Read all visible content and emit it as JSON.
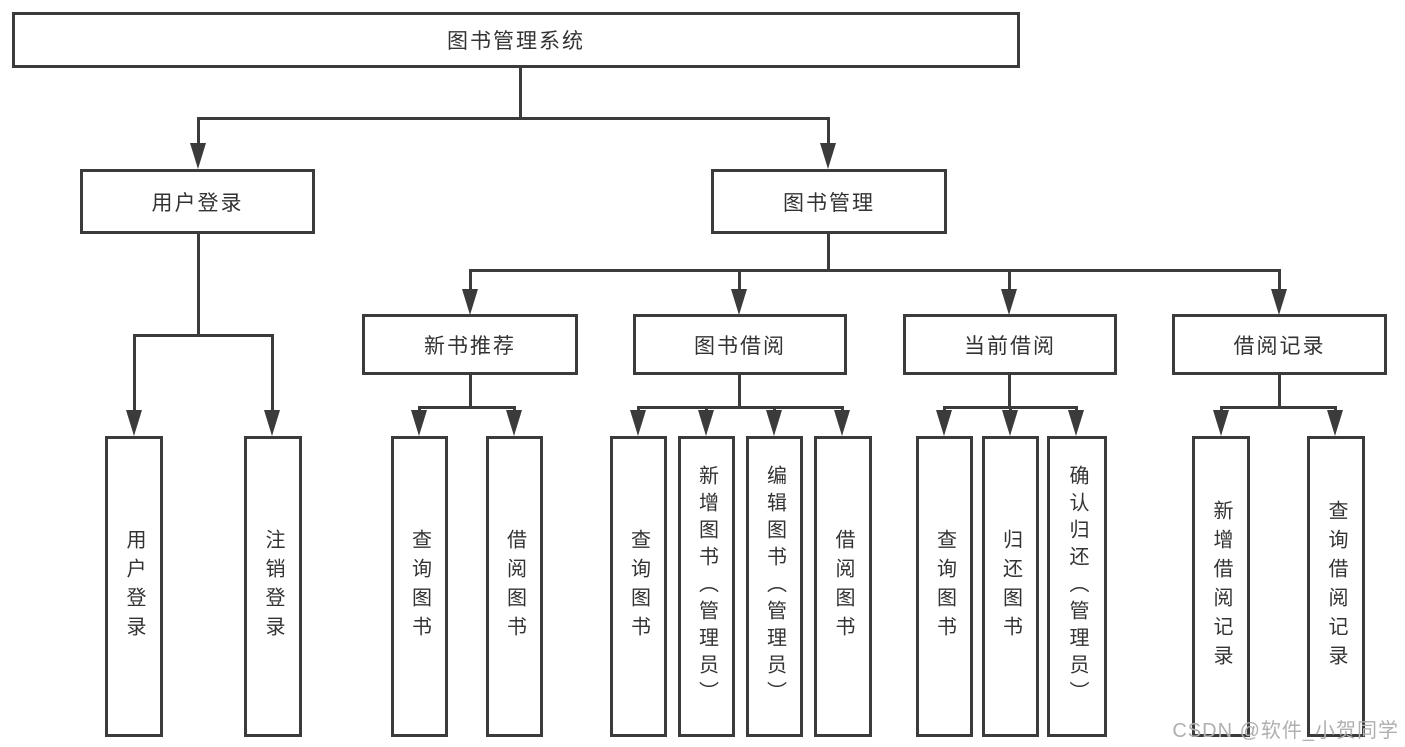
{
  "diagram": {
    "tree": {
      "label": "图书管理系统",
      "children": [
        {
          "label": "用户登录",
          "children": [
            {
              "label": "用户登录"
            },
            {
              "label": "注销登录"
            }
          ]
        },
        {
          "label": "图书管理",
          "children": [
            {
              "label": "新书推荐",
              "children": [
                {
                  "label": "查询图书"
                },
                {
                  "label": "借阅图书"
                }
              ]
            },
            {
              "label": "图书借阅",
              "children": [
                {
                  "label": "查询图书"
                },
                {
                  "label": "新增图书（管理员）"
                },
                {
                  "label": "编辑图书（管理员）"
                },
                {
                  "label": "借阅图书"
                }
              ]
            },
            {
              "label": "当前借阅",
              "children": [
                {
                  "label": "查询图书"
                },
                {
                  "label": "归还图书"
                },
                {
                  "label": "确认归还（管理员）"
                }
              ]
            },
            {
              "label": "借阅记录",
              "children": [
                {
                  "label": "新增借阅记录"
                },
                {
                  "label": "查询借阅记录"
                }
              ]
            }
          ]
        }
      ]
    },
    "watermark": {
      "text": "CSDN @软件_小贺同学"
    },
    "colors": {
      "line": "#3b3b3b",
      "text": "#333333",
      "background": "#ffffff",
      "watermark": "#b0b0b0"
    }
  }
}
